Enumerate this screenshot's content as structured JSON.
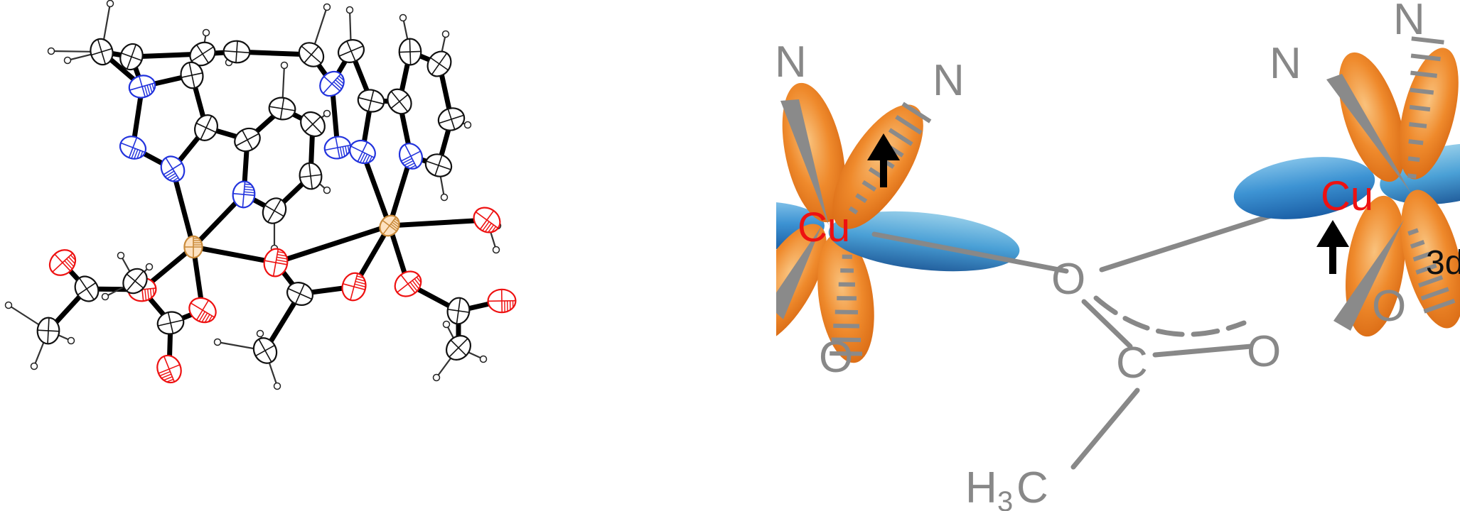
{
  "left_panel": {
    "atoms": {
      "copper": "Cu",
      "nitrogen": "N",
      "oxygen": "O"
    }
  },
  "right_panel": {
    "labels": {
      "cu_left": "Cu",
      "cu_right": "Cu",
      "n_top_left_a": "N",
      "n_top_left_b": "N",
      "n_top_right_a": "N",
      "n_top_right_b": "N",
      "o_left_axial": "O",
      "o_right_axial": "O",
      "o_bridge": "O",
      "o_carboxylate": "O",
      "c_carboxylate": "C",
      "methyl_h": "H",
      "methyl_sub": "3",
      "methyl_c": "C",
      "orbital_label": "3d"
    },
    "colors": {
      "copper_label": "#ee1111",
      "d_orbital_lobe": "#ef8a2c",
      "p_orbital_lobe": "#2a86c8",
      "ligand_gray": "#888888",
      "spin_arrow": "#000000"
    }
  }
}
